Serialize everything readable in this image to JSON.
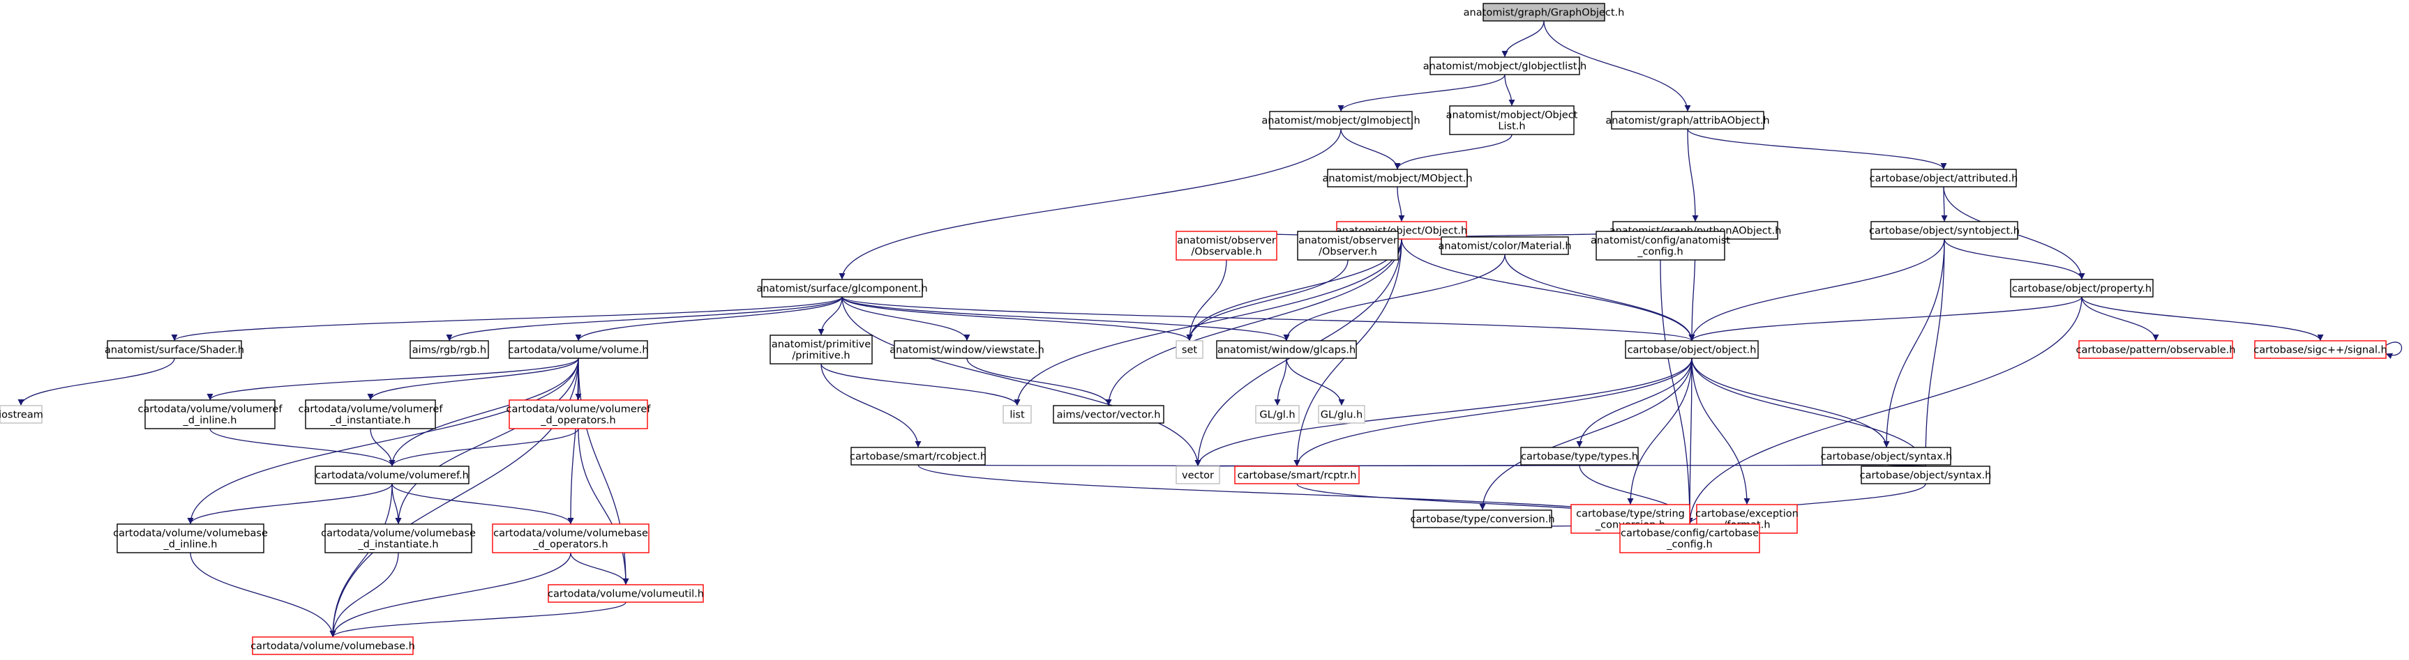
{
  "colors": {
    "edge": "#191970",
    "root_fill": "#bfbfbf",
    "root_border": "#000000",
    "normal_border": "#000000",
    "incomplete_border": "#ff0000",
    "external_border": "#bfbfbf",
    "text": "#000000"
  },
  "nodes": [
    {
      "id": "n_graphobject",
      "kind": "root",
      "lines": [
        "anatomist/graph/GraphObject.h"
      ]
    },
    {
      "id": "n_globjectlist",
      "kind": "normal",
      "lines": [
        "anatomist/mobject/globjectlist.h"
      ]
    },
    {
      "id": "n_glmobject",
      "kind": "normal",
      "lines": [
        "anatomist/mobject/glmobject.h"
      ]
    },
    {
      "id": "n_objectlist",
      "kind": "normal",
      "lines": [
        "anatomist/mobject/Object",
        "List.h"
      ]
    },
    {
      "id": "n_attribaobject",
      "kind": "normal",
      "lines": [
        "anatomist/graph/attribAObject.h"
      ]
    },
    {
      "id": "n_mobject",
      "kind": "normal",
      "lines": [
        "anatomist/mobject/MObject.h"
      ]
    },
    {
      "id": "n_attributed",
      "kind": "normal",
      "lines": [
        "cartobase/object/attributed.h"
      ]
    },
    {
      "id": "n_objecth",
      "kind": "incomplete",
      "lines": [
        "anatomist/object/Object.h"
      ]
    },
    {
      "id": "n_pythonaobject",
      "kind": "normal",
      "lines": [
        "anatomist/graph/pythonAObject.h"
      ]
    },
    {
      "id": "n_syntobject",
      "kind": "normal",
      "lines": [
        "cartobase/object/syntobject.h"
      ]
    },
    {
      "id": "n_glcomponent",
      "kind": "normal",
      "lines": [
        "anatomist/surface/glcomponent.h"
      ]
    },
    {
      "id": "n_observable",
      "kind": "incomplete",
      "lines": [
        "anatomist/observer",
        "/Observable.h"
      ]
    },
    {
      "id": "n_observer",
      "kind": "normal",
      "lines": [
        "anatomist/observer",
        "/Observer.h"
      ]
    },
    {
      "id": "n_material",
      "kind": "normal",
      "lines": [
        "anatomist/color/Material.h"
      ]
    },
    {
      "id": "n_anatconfig",
      "kind": "normal",
      "lines": [
        "anatomist/config/anatomist",
        "_config.h"
      ]
    },
    {
      "id": "n_property",
      "kind": "normal",
      "lines": [
        "cartobase/object/property.h"
      ]
    },
    {
      "id": "n_shader",
      "kind": "normal",
      "lines": [
        "anatomist/surface/Shader.h"
      ]
    },
    {
      "id": "n_rgb",
      "kind": "normal",
      "lines": [
        "aims/rgb/rgb.h"
      ]
    },
    {
      "id": "n_volume",
      "kind": "normal",
      "lines": [
        "cartodata/volume/volume.h"
      ]
    },
    {
      "id": "n_primitive",
      "kind": "normal",
      "lines": [
        "anatomist/primitive",
        "/primitive.h"
      ]
    },
    {
      "id": "n_viewstate",
      "kind": "normal",
      "lines": [
        "anatomist/window/viewstate.h"
      ]
    },
    {
      "id": "n_set",
      "kind": "external",
      "lines": [
        "set"
      ]
    },
    {
      "id": "n_glcaps",
      "kind": "normal",
      "lines": [
        "anatomist/window/glcaps.h"
      ]
    },
    {
      "id": "n_cbobject",
      "kind": "normal",
      "lines": [
        "cartobase/object/object.h"
      ]
    },
    {
      "id": "n_pattobservable",
      "kind": "incomplete",
      "lines": [
        "cartobase/pattern/observable.h"
      ]
    },
    {
      "id": "n_signal",
      "kind": "incomplete",
      "lines": [
        "cartobase/sigc++/signal.h"
      ]
    },
    {
      "id": "n_iostream",
      "kind": "external",
      "lines": [
        "iostream"
      ]
    },
    {
      "id": "n_volref_inline",
      "kind": "normal",
      "lines": [
        "cartodata/volume/volumeref",
        "_d_inline.h"
      ]
    },
    {
      "id": "n_volref_inst",
      "kind": "normal",
      "lines": [
        "cartodata/volume/volumeref",
        "_d_instantiate.h"
      ]
    },
    {
      "id": "n_volref_ops",
      "kind": "incomplete",
      "lines": [
        "cartodata/volume/volumeref",
        "_d_operators.h"
      ]
    },
    {
      "id": "n_list",
      "kind": "external",
      "lines": [
        "list"
      ]
    },
    {
      "id": "n_rcobject",
      "kind": "normal",
      "lines": [
        "cartobase/smart/rcobject.h"
      ]
    },
    {
      "id": "n_vectorh",
      "kind": "normal",
      "lines": [
        "aims/vector/vector.h"
      ]
    },
    {
      "id": "n_glh",
      "kind": "external",
      "lines": [
        "GL/gl.h"
      ]
    },
    {
      "id": "n_gluh",
      "kind": "external",
      "lines": [
        "GL/glu.h"
      ]
    },
    {
      "id": "n_types",
      "kind": "normal",
      "lines": [
        "cartobase/type/types.h"
      ]
    },
    {
      "id": "n_syntaxh_red",
      "kind": "normal",
      "lines": [
        "cartobase/object/syntax.h"
      ]
    },
    {
      "id": "n_volumeref",
      "kind": "normal",
      "lines": [
        "cartodata/volume/volumeref.h"
      ]
    },
    {
      "id": "n_vector",
      "kind": "external",
      "lines": [
        "vector"
      ]
    },
    {
      "id": "n_rcptr",
      "kind": "incomplete",
      "lines": [
        "cartobase/smart/rcptr.h"
      ]
    },
    {
      "id": "n_conversion",
      "kind": "normal",
      "lines": [
        "cartobase/type/conversion.h"
      ]
    },
    {
      "id": "n_stringconv",
      "kind": "incomplete",
      "lines": [
        "cartobase/type/string",
        "_conversion.h"
      ]
    },
    {
      "id": "n_format",
      "kind": "incomplete",
      "lines": [
        "cartobase/exception",
        "/format.h"
      ]
    },
    {
      "id": "n_syntaxh",
      "kind": "normal",
      "lines": [
        "cartobase/object/syntax.h"
      ]
    },
    {
      "id": "n_volbase_inline",
      "kind": "normal",
      "lines": [
        "cartodata/volume/volumebase",
        "_d_inline.h"
      ]
    },
    {
      "id": "n_volbase_inst",
      "kind": "normal",
      "lines": [
        "cartodata/volume/volumebase",
        "_d_instantiate.h"
      ]
    },
    {
      "id": "n_volbase_ops",
      "kind": "incomplete",
      "lines": [
        "cartodata/volume/volumebase",
        "_d_operators.h"
      ]
    },
    {
      "id": "n_cbconfig",
      "kind": "incomplete",
      "lines": [
        "cartobase/config/cartobase",
        "_config.h"
      ]
    },
    {
      "id": "n_volumeutil",
      "kind": "incomplete",
      "lines": [
        "cartodata/volume/volumeutil.h"
      ]
    },
    {
      "id": "n_volumebase",
      "kind": "incomplete",
      "lines": [
        "cartodata/volume/volumebase.h"
      ]
    }
  ],
  "edges": [
    [
      "n_graphobject",
      "n_globjectlist"
    ],
    [
      "n_graphobject",
      "n_attribaobject"
    ],
    [
      "n_globjectlist",
      "n_glmobject"
    ],
    [
      "n_globjectlist",
      "n_objectlist"
    ],
    [
      "n_glmobject",
      "n_mobject"
    ],
    [
      "n_glmobject",
      "n_glcomponent"
    ],
    [
      "n_objectlist",
      "n_mobject"
    ],
    [
      "n_mobject",
      "n_objecth"
    ],
    [
      "n_attribaobject",
      "n_pythonaobject"
    ],
    [
      "n_attribaobject",
      "n_attributed"
    ],
    [
      "n_pythonaobject",
      "n_cbobject"
    ],
    [
      "n_attributed",
      "n_syntobject"
    ],
    [
      "n_attributed",
      "n_property"
    ],
    [
      "n_syntobject",
      "n_cbobject"
    ],
    [
      "n_syntobject",
      "n_property"
    ],
    [
      "n_syntobject",
      "n_syntaxh_red"
    ],
    [
      "n_syntobject",
      "n_syntaxh"
    ],
    [
      "n_property",
      "n_cbobject"
    ],
    [
      "n_property",
      "n_pattobservable"
    ],
    [
      "n_property",
      "n_signal"
    ],
    [
      "n_property",
      "n_cbconfig"
    ],
    [
      "n_signal",
      "n_signal"
    ],
    [
      "n_objecth",
      "n_observable"
    ],
    [
      "n_objecth",
      "n_observer"
    ],
    [
      "n_objecth",
      "n_material"
    ],
    [
      "n_objecth",
      "n_anatconfig"
    ],
    [
      "n_objecth",
      "n_cbobject"
    ],
    [
      "n_objecth",
      "n_set"
    ],
    [
      "n_objecth",
      "n_list"
    ],
    [
      "n_objecth",
      "n_vectorh"
    ],
    [
      "n_objecth",
      "n_rcptr"
    ],
    [
      "n_objecth",
      "n_vector"
    ],
    [
      "n_observable",
      "n_set"
    ],
    [
      "n_observer",
      "n_set"
    ],
    [
      "n_material",
      "n_glcaps"
    ],
    [
      "n_material",
      "n_cbobject"
    ],
    [
      "n_anatconfig",
      "n_cbconfig"
    ],
    [
      "n_glcomponent",
      "n_shader"
    ],
    [
      "n_glcomponent",
      "n_rgb"
    ],
    [
      "n_glcomponent",
      "n_volume"
    ],
    [
      "n_glcomponent",
      "n_primitive"
    ],
    [
      "n_glcomponent",
      "n_viewstate"
    ],
    [
      "n_glcomponent",
      "n_set"
    ],
    [
      "n_glcomponent",
      "n_glcaps"
    ],
    [
      "n_glcomponent",
      "n_cbobject"
    ],
    [
      "n_glcomponent",
      "n_vector"
    ],
    [
      "n_shader",
      "n_iostream"
    ],
    [
      "n_viewstate",
      "n_vectorh"
    ],
    [
      "n_primitive",
      "n_rcobject"
    ],
    [
      "n_primitive",
      "n_list"
    ],
    [
      "n_rcobject",
      "n_rcptr"
    ],
    [
      "n_rcobject",
      "n_cbconfig"
    ],
    [
      "n_glcaps",
      "n_glh"
    ],
    [
      "n_glcaps",
      "n_gluh"
    ],
    [
      "n_cbobject",
      "n_types"
    ],
    [
      "n_cbobject",
      "n_syntaxh_red"
    ],
    [
      "n_cbobject",
      "n_syntaxh"
    ],
    [
      "n_cbobject",
      "n_rcptr"
    ],
    [
      "n_cbobject",
      "n_conversion"
    ],
    [
      "n_cbobject",
      "n_stringconv"
    ],
    [
      "n_cbobject",
      "n_format"
    ],
    [
      "n_cbobject",
      "n_cbconfig"
    ],
    [
      "n_cbobject",
      "n_vector"
    ],
    [
      "n_types",
      "n_rcptr"
    ],
    [
      "n_types",
      "n_cbconfig"
    ],
    [
      "n_syntaxh_red",
      "n_syntaxh"
    ],
    [
      "n_syntaxh_red",
      "n_vector"
    ],
    [
      "n_syntaxh",
      "n_cbconfig"
    ],
    [
      "n_conversion",
      "n_cbconfig"
    ],
    [
      "n_stringconv",
      "n_cbconfig"
    ],
    [
      "n_format",
      "n_cbconfig"
    ],
    [
      "n_rcptr",
      "n_cbconfig"
    ],
    [
      "n_volume",
      "n_volref_inline"
    ],
    [
      "n_volume",
      "n_volref_inst"
    ],
    [
      "n_volume",
      "n_volref_ops"
    ],
    [
      "n_volume",
      "n_volumeref"
    ],
    [
      "n_volume",
      "n_volbase_inline"
    ],
    [
      "n_volume",
      "n_volbase_inst"
    ],
    [
      "n_volume",
      "n_volbase_ops"
    ],
    [
      "n_volume",
      "n_volumeutil"
    ],
    [
      "n_volume",
      "n_volumebase"
    ],
    [
      "n_volref_inline",
      "n_volumeref"
    ],
    [
      "n_volref_inst",
      "n_volumeref"
    ],
    [
      "n_volref_ops",
      "n_volumeref"
    ],
    [
      "n_volref_ops",
      "n_volumeutil"
    ],
    [
      "n_volumeref",
      "n_volbase_inline"
    ],
    [
      "n_volumeref",
      "n_volbase_inst"
    ],
    [
      "n_volumeref",
      "n_volbase_ops"
    ],
    [
      "n_volumeref",
      "n_volumebase"
    ],
    [
      "n_volbase_inline",
      "n_volumebase"
    ],
    [
      "n_volbase_inst",
      "n_volumebase"
    ],
    [
      "n_volbase_ops",
      "n_volumeutil"
    ],
    [
      "n_volbase_ops",
      "n_volumebase"
    ],
    [
      "n_volumeutil",
      "n_volumebase"
    ]
  ]
}
